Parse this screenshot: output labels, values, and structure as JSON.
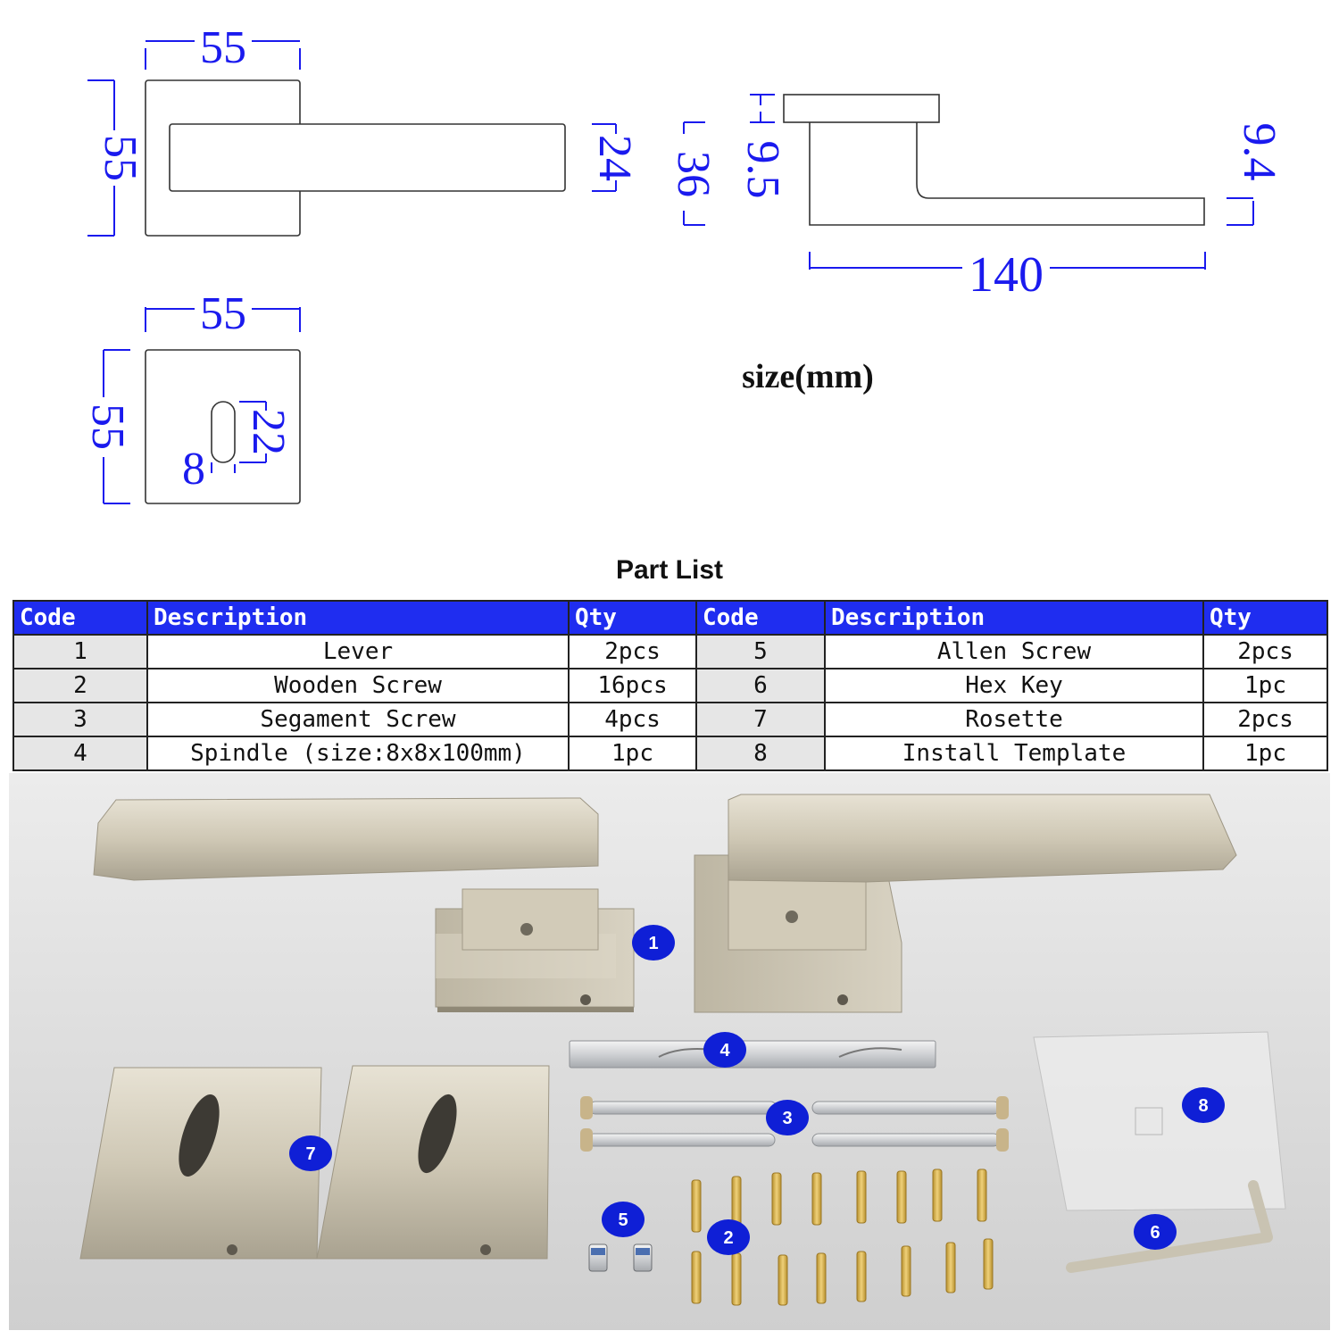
{
  "drawing": {
    "lever_top": {
      "width": "55",
      "height": "55",
      "bar_height": "24"
    },
    "lever_side": {
      "rose_thickness": "9.5",
      "total_height": "36",
      "tip_thickness": "9.4",
      "length": "140"
    },
    "rosette": {
      "width": "55",
      "height": "55",
      "slot_height": "22",
      "slot_width": "8"
    },
    "unit_label": "size(mm)"
  },
  "part_list": {
    "title": "Part List",
    "headers": [
      "Code",
      "Description",
      "Qty",
      "Code",
      "Description",
      "Qty"
    ],
    "rows": [
      {
        "code1": "1",
        "desc1": "Lever",
        "qty1": "2pcs",
        "code2": "5",
        "desc2": "Allen Screw",
        "qty2": "2pcs"
      },
      {
        "code1": "2",
        "desc1": "Wooden Screw",
        "qty1": "16pcs",
        "code2": "6",
        "desc2": "Hex Key",
        "qty2": "1pc"
      },
      {
        "code1": "3",
        "desc1": "Segament Screw",
        "qty1": "4pcs",
        "code2": "7",
        "desc2": "Rosette",
        "qty2": "2pcs"
      },
      {
        "code1": "4",
        "desc1": "Spindle (size:8x8x100mm)",
        "qty1": "1pc",
        "code2": "8",
        "desc2": "Install Template",
        "qty2": "1pc"
      }
    ]
  },
  "photo": {
    "callouts": [
      "1",
      "2",
      "3",
      "4",
      "5",
      "6",
      "7",
      "8"
    ]
  },
  "colors": {
    "dimension": "#1a1aee",
    "header_bg": "#1f2df0",
    "badge": "#0f1fd6",
    "metal": "#cfc9b8",
    "brass": "#d9b24a"
  }
}
